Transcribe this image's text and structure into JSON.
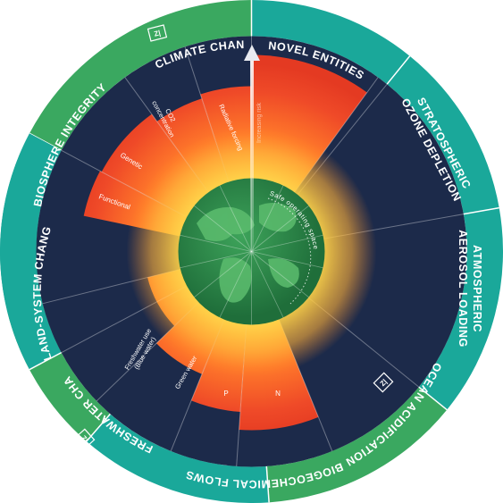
{
  "colors": {
    "ring_teal": "#1aa89a",
    "ring_green": "#3aa860",
    "ring_divider": "#ffffff",
    "dark_navy": "#1c2a4a",
    "red": "#ee4a2a",
    "orange": "#ff8a2a",
    "yellow": "#ffc23a",
    "earth_green": "#2f8a48",
    "earth_land": "#5cbd6e"
  },
  "sectors": [
    {
      "id": "climate",
      "label": "CLIMATE CHANGE",
      "ring": "green",
      "badge": "Z|"
    },
    {
      "id": "novel",
      "label": "NOVEL ENTITIES",
      "ring": "teal"
    },
    {
      "id": "ozone",
      "label_lines": [
        "STRATOSPHERIC",
        "OZONE DEPLETION"
      ],
      "ring": "teal"
    },
    {
      "id": "aerosol",
      "label_lines": [
        "ATMOSPHERIC",
        "AEROSOL LOADING"
      ],
      "ring": "teal"
    },
    {
      "id": "ocean",
      "label": "OCEAN ACIDIFICATION",
      "ring": "green",
      "badge": "Z|"
    },
    {
      "id": "biogeo",
      "label": "BIOGEOCHEMICAL FLOWS",
      "ring": "teal"
    },
    {
      "id": "freshwater",
      "label": "FRESHWATER CHANGE",
      "ring": "green",
      "badge": "Z|"
    },
    {
      "id": "land",
      "label": "LAND-SYSTEM CHANGE",
      "ring": "teal"
    },
    {
      "id": "biosphere",
      "label": "BIOSPHERE INTEGRITY",
      "ring": "teal"
    }
  ],
  "inner_labels": {
    "co2": [
      "CO2",
      "concentration"
    ],
    "radiative": "Radiative forcing",
    "genetic": "Genetic",
    "functional": "Functional",
    "freshwater_blue": [
      "Freshwater use",
      "(Blue water)"
    ],
    "green_water": "Green water",
    "p": "P",
    "n": "N"
  },
  "risk_label": "Increasing risk",
  "safe_label": "Safe operating space"
}
